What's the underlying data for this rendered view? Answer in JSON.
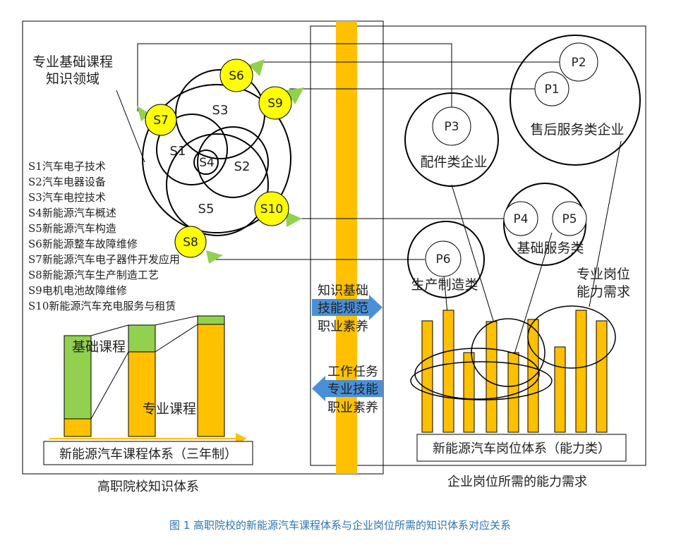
{
  "left": {
    "region_label_1": "专业基础课程",
    "region_label_2": "知识领域",
    "course_legend": [
      "S1汽车电子技术",
      "S2汽车电器设备",
      "S3汽车电控技术",
      "S4新能源汽车概述",
      "S5新能源汽车构造",
      "S6新能源整车故障维修",
      "S7新能源汽车电子器件开发应用",
      "S8新能源汽车生产制造工艺",
      "S9电机电池故障维修",
      "S10新能源汽车充电服务与租赁"
    ],
    "circle_labels": {
      "s1": "S1",
      "s2": "S2",
      "s3": "S3",
      "s4": "S4",
      "s5": "S5"
    },
    "yellow_labels": {
      "s6": "S6",
      "s7": "S7",
      "s8": "S8",
      "s9": "S9",
      "s10": "S10"
    },
    "bar_label_basic": "基础课程",
    "bar_label_major": "专业课程",
    "curriculum_box": "新能源汽车课程体系（三年制）",
    "bottom_title": "高职院校知识体系"
  },
  "middle": {
    "right_arrow_lines": [
      "知识基础",
      "技能规范",
      "职业素养"
    ],
    "left_arrow_lines": [
      "工作任务",
      "专业技能",
      "职业素养"
    ]
  },
  "right": {
    "p_labels": {
      "p1": "P1",
      "p2": "P2",
      "p3": "P3",
      "p4": "P4",
      "p5": "P5",
      "p6": "P6"
    },
    "after_sales": "售后服务类企业",
    "parts": "配件类企业",
    "basic_service": "基础服务类",
    "production": "生产制造类",
    "ability_label_1": "专业岗位",
    "ability_label_2": "能力需求",
    "position_box": "新能源汽车岗位体系（能力类）",
    "bottom_title": "企业岗位所需的能力需求"
  },
  "caption": "图 1 高职院校的新能源汽车课程体系与企业岗位所需的知识体系对应关系",
  "colors": {
    "orange": "#ffc000",
    "green": "#92d050",
    "yellow": "#ffff00",
    "blue": "#4a90d9",
    "caption": "#2e74b5"
  }
}
